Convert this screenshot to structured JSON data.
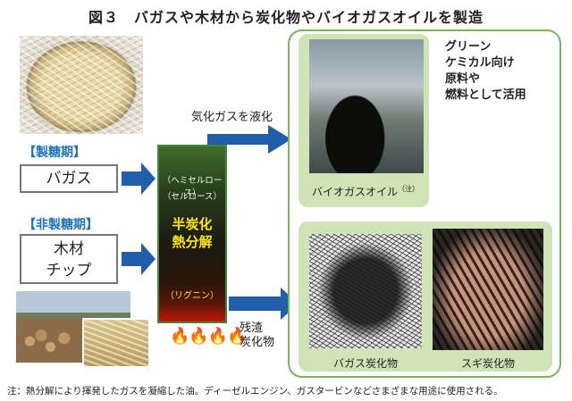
{
  "title": "図３　バガスや木材から炭化物やバイオガスオイルを製造",
  "inputs": {
    "sugar_season_label": "【製糖期】",
    "bagasse_label": "バガス",
    "non_sugar_season_label": "【非製糖期】",
    "wood_chip_line1": "木材",
    "wood_chip_line2": "チップ"
  },
  "process": {
    "gas_liquefaction_label": "気化ガスを液化",
    "hemicellulose": "（ヘミセルロース）",
    "cellulose": "（セルロース）",
    "reactor_line1": "半炭化",
    "reactor_line2": "熱分解",
    "lignin": "（リグニン）",
    "residue_line1": "残渣",
    "residue_line2": "炭化物"
  },
  "outputs": {
    "green_chemical_lines": [
      "グリーン",
      "ケミカル向け",
      "原料や",
      "燃料として活用"
    ],
    "bio_gas_oil_caption": "バイオガスオイル",
    "note_mark": "（注）",
    "bagasse_char_caption": "バガス炭化物",
    "cedar_char_caption": "スギ炭化物"
  },
  "footnote": "注：熱分解により揮発したガスを凝縮した油。ディーゼルエンジン、ガスタービンなどさまざまな用途に使用される。",
  "colors": {
    "arrow_blue": "#1f5ea8",
    "bracket_blue": "#1f74b8",
    "panel_green": "#cfe4b6",
    "border_green": "#7ab55c",
    "reactor_yellow": "#ffe800",
    "flame_orange": "#e8600a"
  }
}
